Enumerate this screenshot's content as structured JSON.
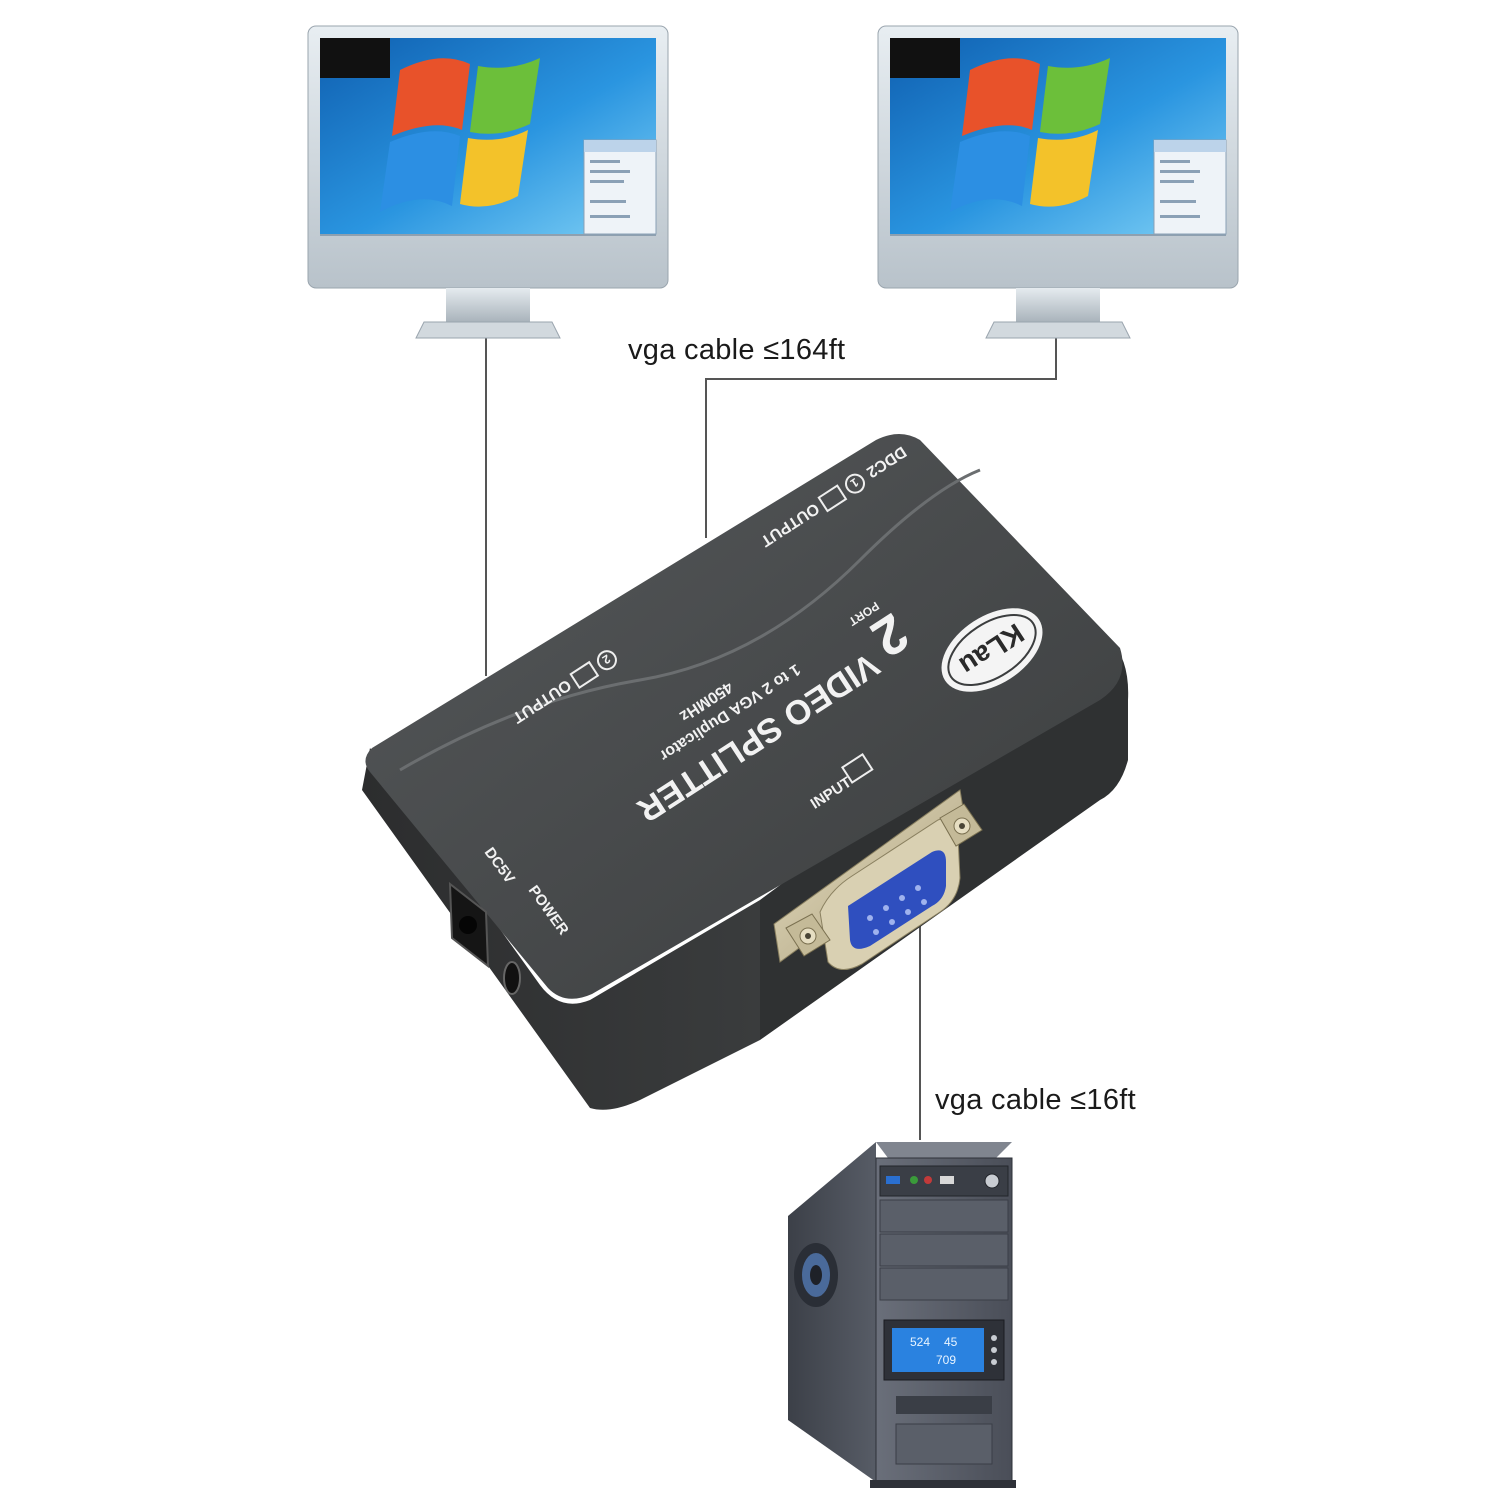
{
  "labels": {
    "cable_top": "vga cable ≤164ft",
    "cable_bottom": "vga cable ≤16ft"
  },
  "device": {
    "brand": "KLau",
    "port_count": "2",
    "port_word": "PORT",
    "title": "VIDEO SPLITTER",
    "subtitle": "1 to 2 VGA Duplicator",
    "bandwidth": "450MHz",
    "output_1_label": "OUTPUT",
    "output_1_index": "1",
    "ddc_label": "DDC2",
    "output_2_label": "OUTPUT",
    "output_2_index": "2",
    "input_label": "INPUT",
    "dc_label": "DC5V",
    "power_label": "POWER"
  },
  "pc": {
    "lcd_line1": "524",
    "lcd_line2": "45",
    "lcd_line3": "709"
  },
  "colors": {
    "device_body": "#3d3f40",
    "device_top": "#4a4c4d",
    "monitor_silver": "#cfd6dc",
    "desktop_blue": "#1f7fd0",
    "vga_port_blue": "#2f4fbf",
    "connector_gold": "#c9bfa0",
    "pc_case": "#585c66",
    "lcd_blue": "#2a82e0",
    "cable_line": "#555555"
  }
}
